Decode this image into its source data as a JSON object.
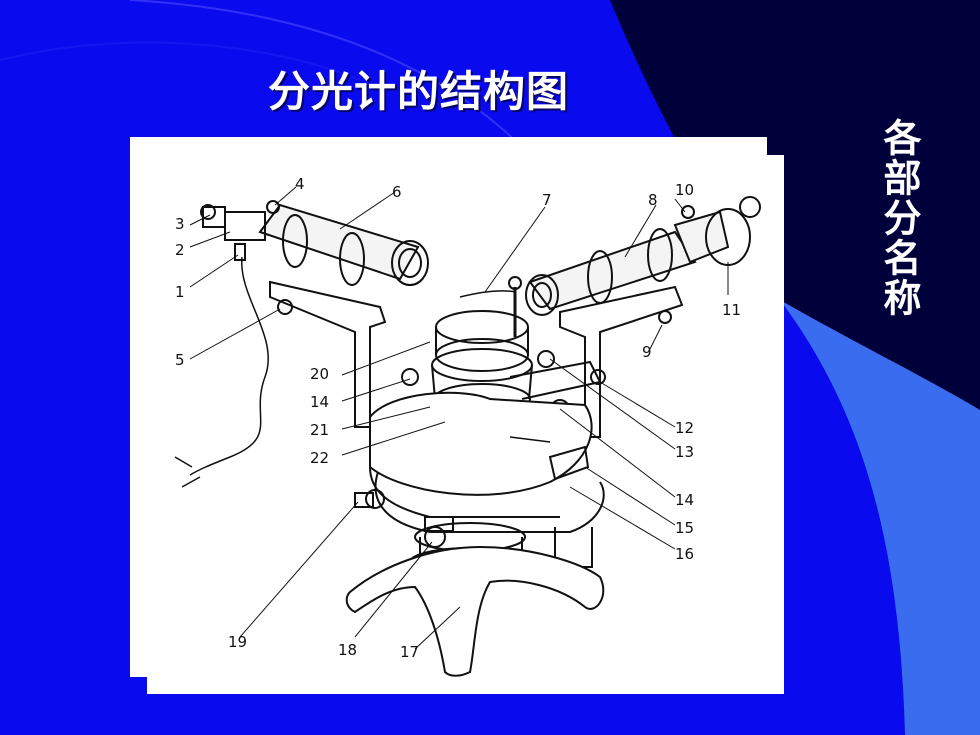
{
  "slide": {
    "title": "分光计的结构图",
    "side_label": "各部分名称",
    "colors": {
      "background": "#0a0aee",
      "dark_band": "#00003a",
      "light_band": "#3a6cf0",
      "paper": "#ffffff",
      "ink": "#111111"
    }
  },
  "diagram": {
    "labels": [
      "1",
      "2",
      "3",
      "4",
      "5",
      "6",
      "7",
      "8",
      "9",
      "10",
      "11",
      "12",
      "13",
      "14",
      "14",
      "15",
      "16",
      "17",
      "18",
      "19",
      "20",
      "21",
      "22"
    ]
  }
}
